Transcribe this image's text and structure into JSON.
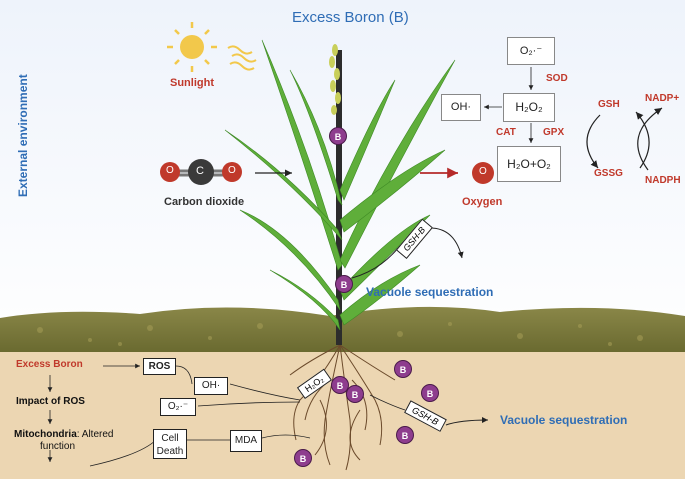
{
  "title": "Excess Boron (B)",
  "external_environment": "External environment",
  "sunlight": "Sunlight",
  "carbon_dioxide": "Carbon dioxide",
  "co2_atoms": [
    "O",
    "C",
    "O"
  ],
  "oxygen": {
    "atom": "O",
    "label": "Oxygen"
  },
  "boron_symbol": "B",
  "ros_shoot": {
    "superoxide": "O₂·⁻",
    "sod": "SOD",
    "hydroxyl": "OH·",
    "h2o2": "H₂O₂",
    "cat": "CAT",
    "gpx": "GPX",
    "water_oxygen": "H₂O+O₂"
  },
  "glutathione_cycle": {
    "gsh": "GSH",
    "gssg": "GSSG",
    "nadp": "NADP+",
    "nadph": "NADPH"
  },
  "shoot_gsh_b": "GSH-B",
  "shoot_vacuole": "Vacuole sequestration",
  "root": {
    "excess_boron": "Excess Boron",
    "impact_of_ros": "Impact of ROS",
    "mitochondria_bold": "Mitochondria",
    "mitochondria_rest": ": Altered",
    "function": "function",
    "ros_box": "ROS",
    "oh_box": "OH·",
    "o2_box": "O₂·⁻",
    "cell_death_1": "Cell",
    "cell_death_2": "Death",
    "mda": "MDA",
    "h2o2_tag": "H₂O₂",
    "gsh_b_tag": "GSH-B",
    "vacuole": "Vacuole sequestration"
  },
  "colors": {
    "red_label": "#c0392b",
    "blue_label": "#2f6db5",
    "boron_dot": "#8e3d8e",
    "soil": "#ecd6b2",
    "soil_surface": "#7c7a3c",
    "leaf": "#5fae3a"
  }
}
